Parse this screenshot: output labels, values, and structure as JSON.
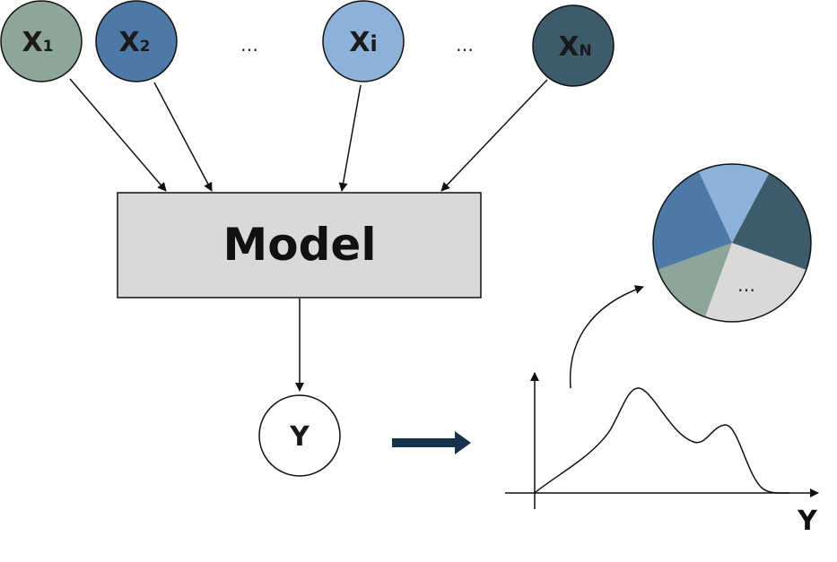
{
  "inputs": [
    {
      "label": "X",
      "sub": "1",
      "color": "#8ea59a"
    },
    {
      "label": "X",
      "sub": "2",
      "color": "#4d79a6"
    },
    {
      "label": "X",
      "sub": "i",
      "color": "#8db2d9"
    },
    {
      "label": "X",
      "sub": "N",
      "color": "#3c5c6c"
    }
  ],
  "ellipsis": "…",
  "model": {
    "label": "Model",
    "fill": "#d9d9d9"
  },
  "output": {
    "label": "Y"
  },
  "pie": {
    "ellipsis": "…",
    "slice_colors": [
      "#8db2d9",
      "#3c5c6c",
      "#d9d9d9",
      "#8ea59a",
      "#4d79a6"
    ]
  },
  "plot": {
    "xlabel": "Y"
  },
  "colors": {
    "arrow_navy": "#17324d",
    "line": "#111111"
  }
}
